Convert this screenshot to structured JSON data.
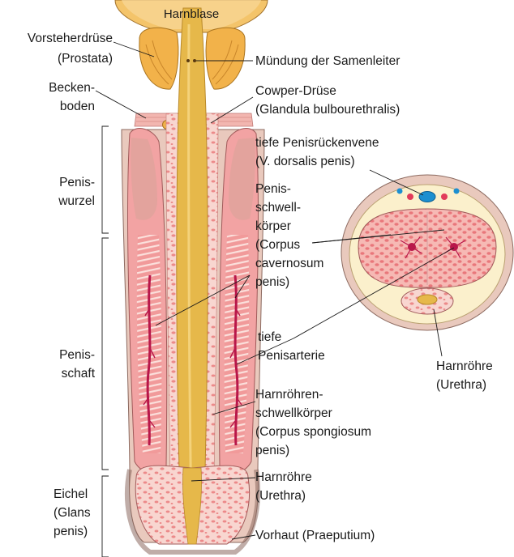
{
  "labels": {
    "bladder": "Harnblase",
    "prostate_1": "Vorsteherdrüse",
    "prostate_2": "(Prostata)",
    "pelvic_floor_1": "Becken-",
    "pelvic_floor_2": "boden",
    "penis_root_1": "Penis-",
    "penis_root_2": "wurzel",
    "penis_shaft_1": "Penis-",
    "penis_shaft_2": "schaft",
    "glans_1": "Eichel",
    "glans_2": "(Glans",
    "glans_3": "penis)",
    "ejaculatory_duct_opening": "Mündung der Samenleiter",
    "cowper_1": "Cowper-Drüse",
    "cowper_2": "(Glandula bulbourethralis)",
    "dorsal_vein_1": "tiefe Penisrückenvene",
    "dorsal_vein_2": "(V. dorsalis penis)",
    "cavernosum_1": "Penis-",
    "cavernosum_2": "schwell-",
    "cavernosum_3": "körper",
    "cavernosum_4": "(Corpus",
    "cavernosum_5": "cavernosum",
    "cavernosum_6": "penis)",
    "deep_artery_1": "tiefe",
    "deep_artery_2": "Penisarterie",
    "spongiosum_1": "Harnröhren-",
    "spongiosum_2": "schwellkörper",
    "spongiosum_3": "(Corpus spongiosum",
    "spongiosum_4": "penis)",
    "urethra_1": "Harnröhre",
    "urethra_2": "(Urethra)",
    "urethra_cs_1": "Harnröhre",
    "urethra_cs_2": "(Urethra)",
    "foreskin": "Vorhaut (Praeputium)"
  },
  "colors": {
    "skin": "#e9c9bd",
    "skin_outline": "#8c6a60",
    "corpus_fill": "#f2a3a3",
    "corpus_dark": "#e48585",
    "spongy_light": "#f8d6d0",
    "artery": "#b8174a",
    "urethra_gold": "#e6b84a",
    "urethra_gold_dark": "#c9962c",
    "prostate": "#f2b24a",
    "bladder": "#f4c46a",
    "vein_blue": "#1c8fd0",
    "sheath_cream": "#fbf0cc"
  }
}
